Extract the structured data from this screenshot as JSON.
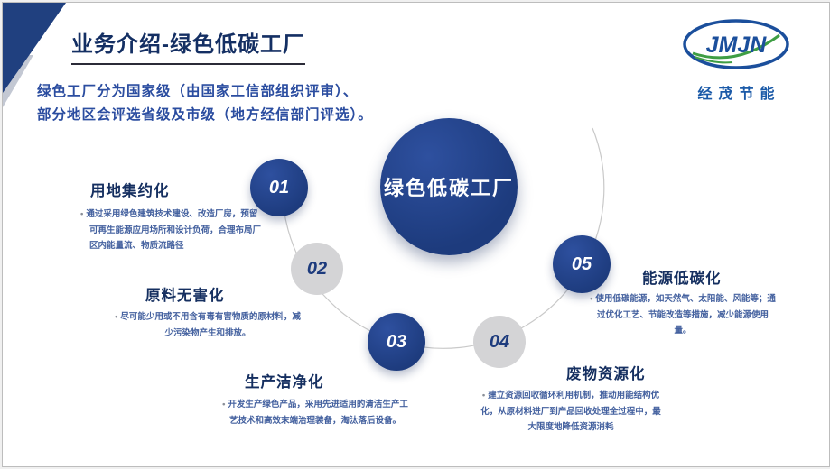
{
  "slide": {
    "title": "业务介绍-绿色低碳工厂",
    "intro_line1": "绿色工厂分为国家级（由国家工信部组织评审）、",
    "intro_line2": "部分地区会评选省级及市级（地方经信部门评选）。",
    "center_label": "绿色低碳工厂"
  },
  "logo": {
    "text": "JMJN",
    "company": "经茂节能"
  },
  "nodes": [
    {
      "num": "01",
      "style": "blue",
      "title": "用地集约化",
      "desc": "通过采用绿色建筑技术建设、改造厂房，预留可再生能源应用场所和设计负荷，合理布局厂区内能量流、物质流路径"
    },
    {
      "num": "02",
      "style": "gray",
      "title": "原料无害化",
      "desc": "尽可能少用或不用含有毒有害物质的原材料，减少污染物产生和排放。"
    },
    {
      "num": "03",
      "style": "blue",
      "title": "生产洁净化",
      "desc": "开发生产绿色产品，采用先进适用的清洁生产工艺技术和高效末端治理装备，淘汰落后设备。"
    },
    {
      "num": "04",
      "style": "gray",
      "title": "废物资源化",
      "desc": "建立资源回收循环利用机制，推动用能结构优化，从原材料进厂到产品回收处理全过程中，最大限度地降低资源消耗"
    },
    {
      "num": "05",
      "style": "blue",
      "title": "能源低碳化",
      "desc": "使用低碳能源，如天然气、太阳能、风能等；通过优化工艺、节能改造等措施，减少能源使用量。"
    }
  ],
  "colors": {
    "navy": "#20407f",
    "gray_circle": "#d4d4d6",
    "desc_text": "#44619f",
    "heading_text": "#152f60",
    "logo_blue": "#1b4f9c",
    "logo_green": "#3f9e44"
  },
  "icons": {
    "bullet": "•"
  }
}
